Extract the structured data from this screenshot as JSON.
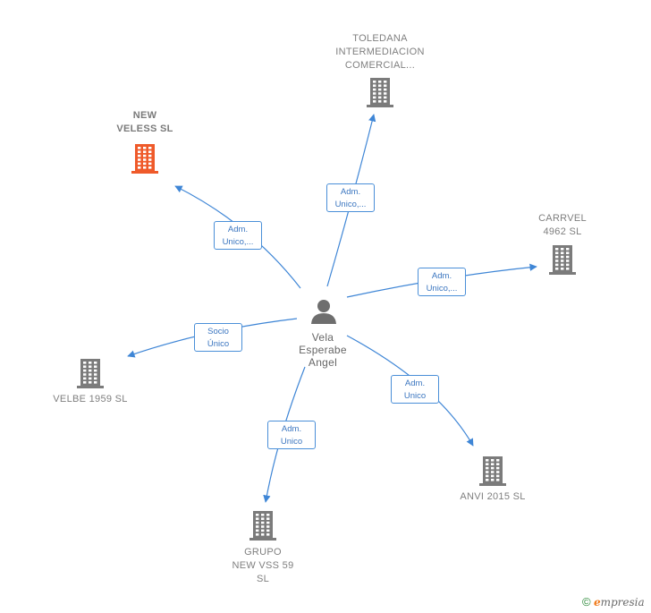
{
  "center": {
    "label": [
      "Vela",
      "Esperabe",
      "Angel"
    ],
    "icon": "person-icon"
  },
  "companies": [
    {
      "key": "toledana",
      "lines": [
        "TOLEDANA",
        "INTERMEDIACION",
        "COMERCIAL..."
      ],
      "highlight": false
    },
    {
      "key": "new-veless",
      "lines": [
        "NEW",
        "VELESS  SL"
      ],
      "highlight": true
    },
    {
      "key": "carrvel",
      "lines": [
        "CARRVEL",
        "4962  SL"
      ],
      "highlight": false
    },
    {
      "key": "velbe",
      "lines": [
        "VELBE 1959  SL"
      ],
      "highlight": false
    },
    {
      "key": "anvi",
      "lines": [
        "ANVI 2015  SL"
      ],
      "highlight": false
    },
    {
      "key": "grupo-new-vss",
      "lines": [
        "GRUPO",
        "NEW VSS 59",
        "SL"
      ],
      "highlight": false
    }
  ],
  "edges": [
    {
      "to": "toledana",
      "label": [
        "Adm.",
        "Unico,..."
      ]
    },
    {
      "to": "new-veless",
      "label": [
        "Adm.",
        "Unico,..."
      ]
    },
    {
      "to": "carrvel",
      "label": [
        "Adm.",
        "Unico,..."
      ]
    },
    {
      "to": "velbe",
      "label": [
        "Socio",
        "Único"
      ]
    },
    {
      "to": "anvi",
      "label": [
        "Adm.",
        "Unico"
      ]
    },
    {
      "to": "grupo-new-vss",
      "label": [
        "Adm.",
        "Unico"
      ]
    }
  ],
  "colors": {
    "edge": "#3f86d6",
    "building": "#7b7b7b",
    "building_highlight": "#ef5a2a",
    "person": "#6e6e6e"
  },
  "footer": {
    "copyright_symbol": "©",
    "brand_first": "e",
    "brand_rest": "mpresia"
  }
}
